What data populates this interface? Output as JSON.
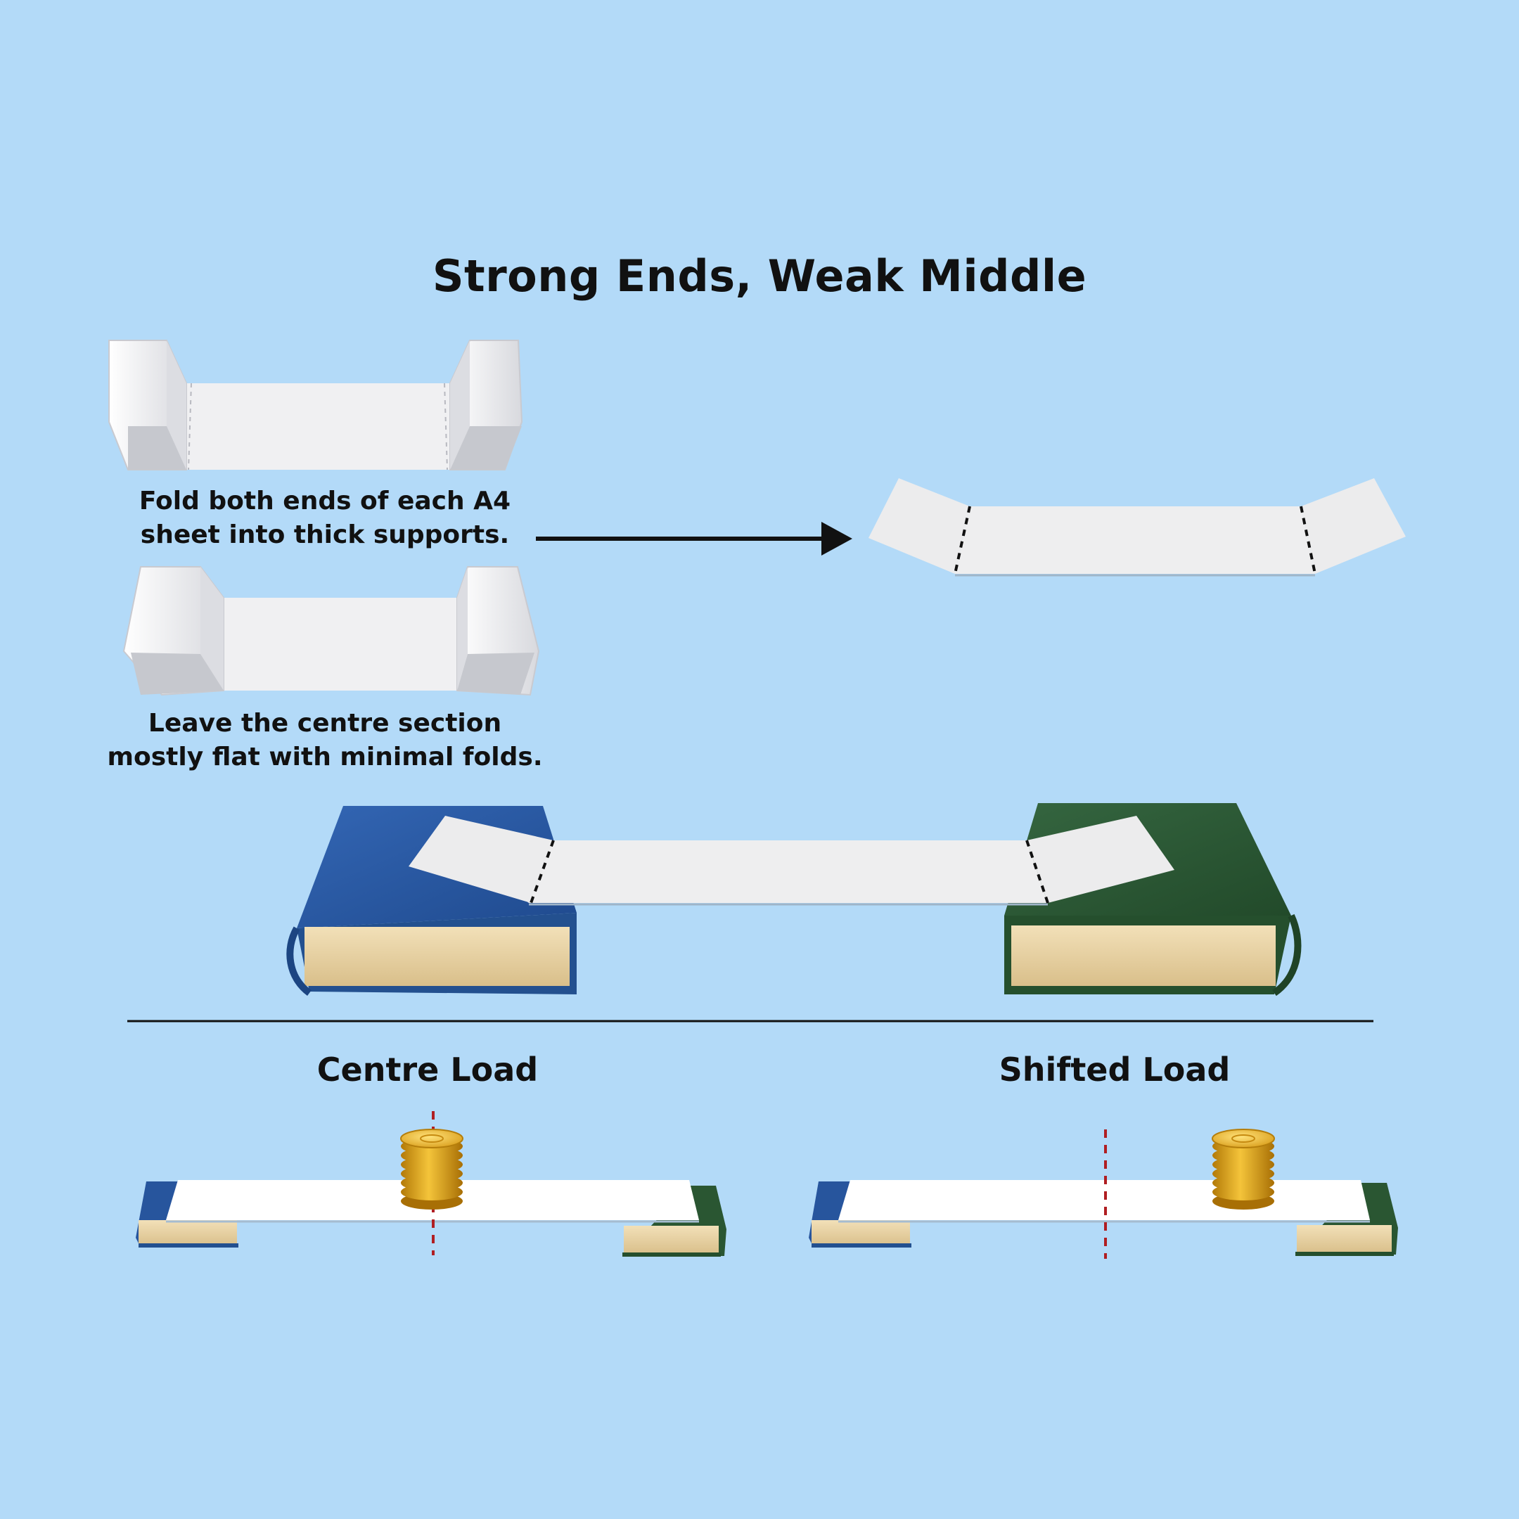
{
  "title": "Strong Ends, Weak Middle",
  "steps": [
    {
      "caption_line1": "Fold both ends of each A4",
      "caption_line2": "sheet into thick supports."
    },
    {
      "caption_line1": "Leave the centre section",
      "caption_line2": "mostly flat with minimal folds."
    }
  ],
  "tests": {
    "centre_label": "Centre Load",
    "shifted_label": "Shifted Load"
  },
  "colors": {
    "background": "#b3daf8",
    "paper": "#eeeeef",
    "blue_book": "#27559d",
    "green_book": "#2a5632",
    "page_block": "#e7d2a4",
    "coin_gold": "#e3a91a",
    "centre_line": "#b01e22",
    "ink": "#111111"
  },
  "icons": [
    "folded-paper-icon",
    "arrow-right-icon",
    "book-icon",
    "coin-stack-icon"
  ]
}
